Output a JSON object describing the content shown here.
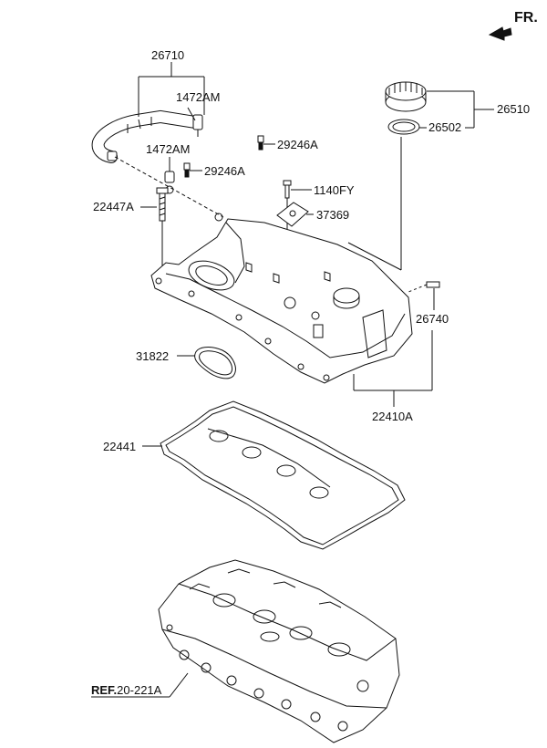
{
  "direction": {
    "text": "FR."
  },
  "parts": {
    "p26710": "26710",
    "p1472AM_a": "1472AM",
    "p1472AM_b": "1472AM",
    "p29246A_a": "29246A",
    "p29246A_b": "29246A",
    "p22447A": "22447A",
    "p1140FY": "1140FY",
    "p37369": "37369",
    "p26510": "26510",
    "p26502": "26502",
    "p26740": "26740",
    "p31822": "31822",
    "p22410A": "22410A",
    "p22441": "22441"
  },
  "reference": {
    "prefix": "REF.",
    "number": "20-221A"
  }
}
